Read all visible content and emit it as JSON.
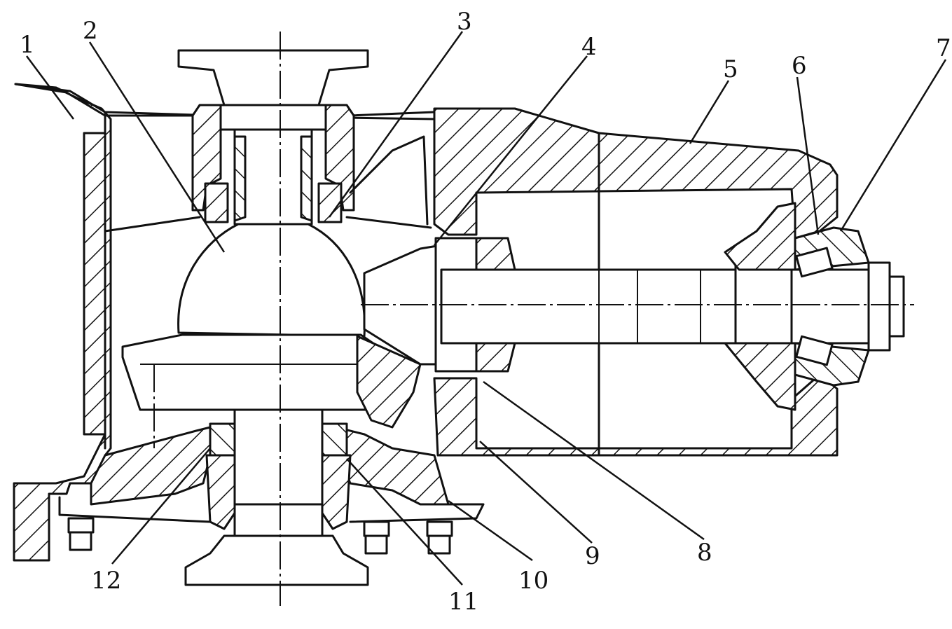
{
  "diagram": {
    "callouts": [
      {
        "id": "1",
        "text": "1"
      },
      {
        "id": "2",
        "text": "2"
      },
      {
        "id": "3",
        "text": "3"
      },
      {
        "id": "4",
        "text": "4"
      },
      {
        "id": "5",
        "text": "5"
      },
      {
        "id": "6",
        "text": "6"
      },
      {
        "id": "7",
        "text": "7"
      },
      {
        "id": "8",
        "text": "8"
      },
      {
        "id": "9",
        "text": "9"
      },
      {
        "id": "10",
        "text": "10"
      },
      {
        "id": "11",
        "text": "11"
      },
      {
        "id": "12",
        "text": "12"
      }
    ],
    "line_color": "#111111",
    "background": "#ffffff"
  }
}
